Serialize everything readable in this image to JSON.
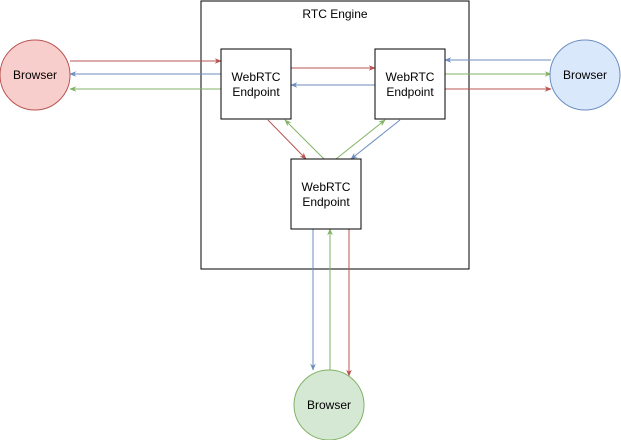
{
  "engine": {
    "title": "RTC Engine"
  },
  "endpoints": [
    {
      "label_line1": "WebRTC",
      "label_line2": "Endpoint"
    },
    {
      "label_line1": "WebRTC",
      "label_line2": "Endpoint"
    },
    {
      "label_line1": "WebRTC",
      "label_line2": "Endpoint"
    }
  ],
  "browsers": [
    {
      "label": "Browser",
      "fill": "#f8cecc",
      "stroke": "#b85450"
    },
    {
      "label": "Browser",
      "fill": "#dae8fc",
      "stroke": "#6c8ebf"
    },
    {
      "label": "Browser",
      "fill": "#d5e8d4",
      "stroke": "#82b366"
    }
  ],
  "colors": {
    "red": "#b85450",
    "blue": "#6c8ebf",
    "green": "#82b366",
    "box_stroke": "#000000"
  }
}
